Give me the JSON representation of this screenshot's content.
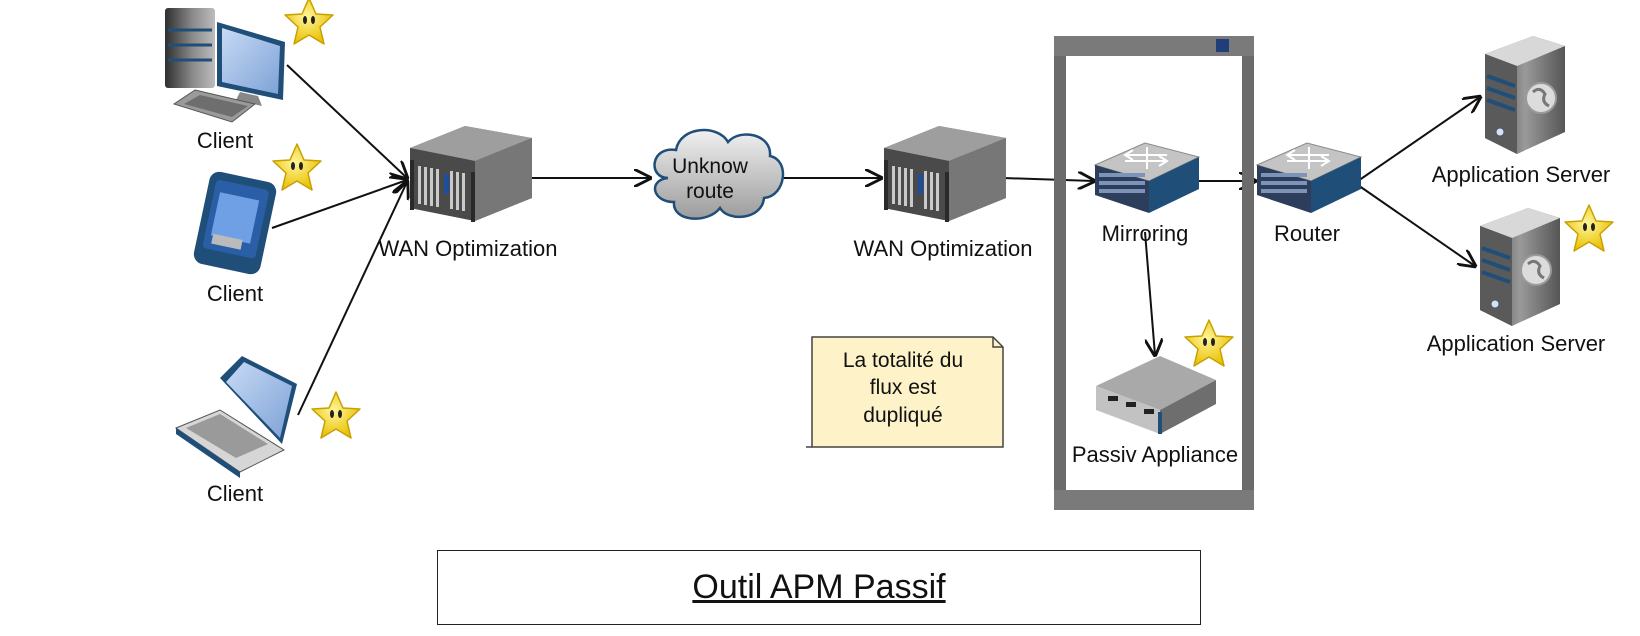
{
  "nodes": {
    "client_desktop": "Client",
    "client_phone": "Client",
    "client_laptop": "Client",
    "wan_left": "WAN Optimization",
    "cloud": "Unknow\nroute",
    "wan_right": "WAN Optimization",
    "mirroring": "Mirroring",
    "router": "Router",
    "app_server_top": "Application Server",
    "app_server_bottom": "Application Server",
    "passiv_appliance": "Passiv Appliance"
  },
  "note": "La totalité du\nflux est\ndupliqué",
  "title": "Outil APM Passif",
  "colors": {
    "star": "#f5d90a",
    "note_bg": "#fdf2c8",
    "rack": "#6d6d6d",
    "device_blue": "#1f4e79"
  }
}
